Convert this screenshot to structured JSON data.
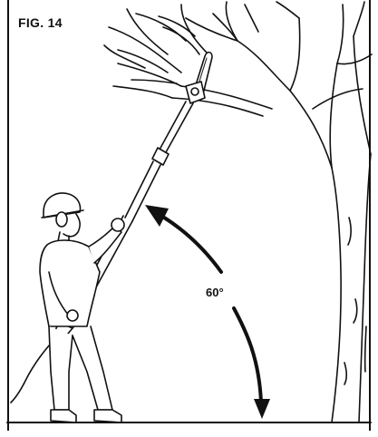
{
  "figure": {
    "label": "FIG. 14",
    "angle_label": "60°",
    "icon": "pole-saw-operator-illustration"
  }
}
